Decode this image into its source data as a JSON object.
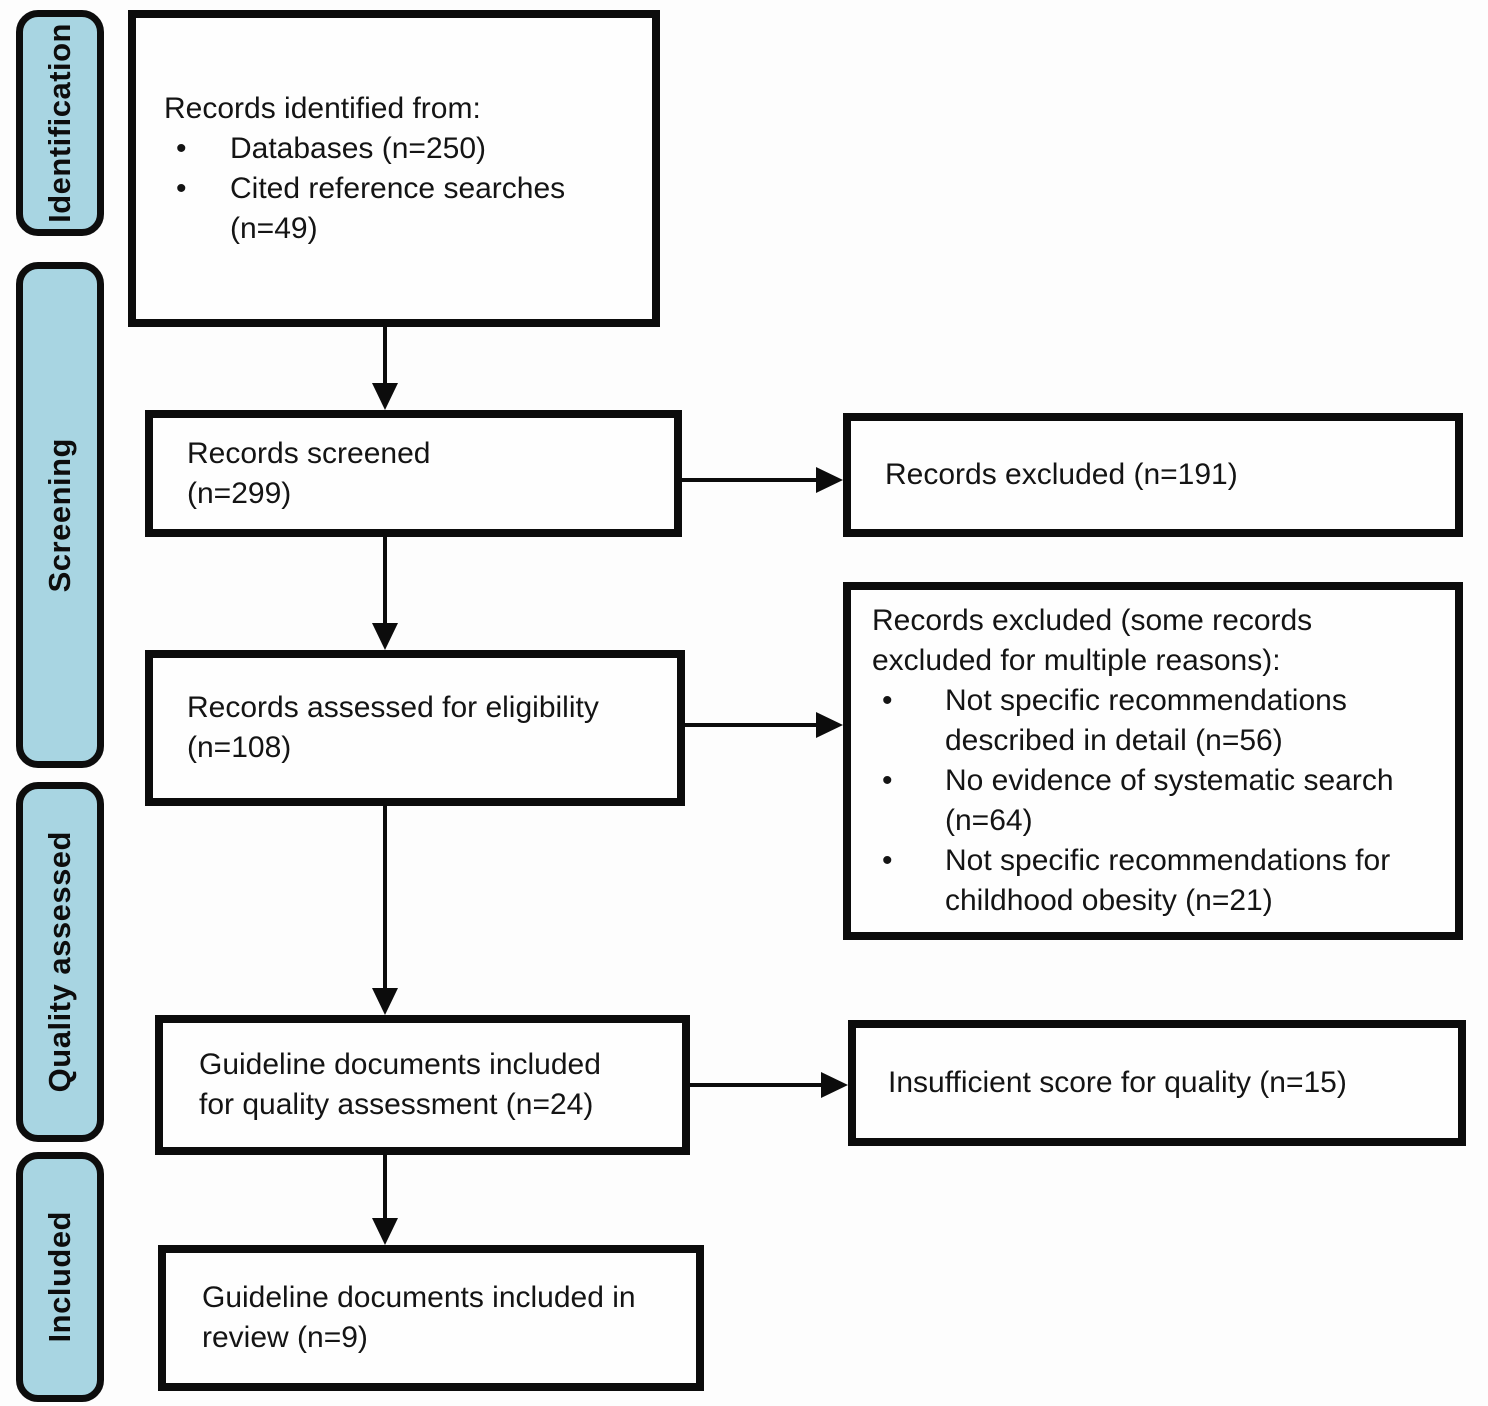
{
  "glyphs": {
    "bullet": "•"
  },
  "colors": {
    "stage_fill": "#a8d5e2",
    "border": "#0c0c0c",
    "background": "#fdfdfd"
  },
  "sidebar": {
    "labels": [
      "Identification",
      "Screening",
      "Quality assessed",
      "Included"
    ]
  },
  "boxes": {
    "identified": {
      "title": "Records identified from:",
      "bullets": [
        "Databases (n=250)",
        "Cited reference searches (n=49)"
      ]
    },
    "screened": {
      "lines": [
        "Records screened",
        "(n=299)"
      ]
    },
    "assessed": {
      "lines": [
        "Records assessed for eligibility",
        "(n=108)"
      ]
    },
    "quality_assessment": {
      "lines": [
        "Guideline documents included",
        "for quality assessment (n=24)"
      ]
    },
    "included_review": {
      "lines": [
        "Guideline documents included in",
        "review (n=9)"
      ]
    }
  },
  "exclusions": {
    "screening": {
      "text": "Records excluded (n=191)"
    },
    "eligibility": {
      "title_lines": [
        "Records excluded (some records",
        "excluded for multiple reasons):"
      ],
      "bullets": [
        "Not specific recommendations described in detail (n=56)",
        "No evidence of systematic search (n=64)",
        "Not specific recommendations for childhood obesity (n=21)"
      ]
    },
    "quality": {
      "text": "Insufficient score for quality (n=15)"
    }
  }
}
